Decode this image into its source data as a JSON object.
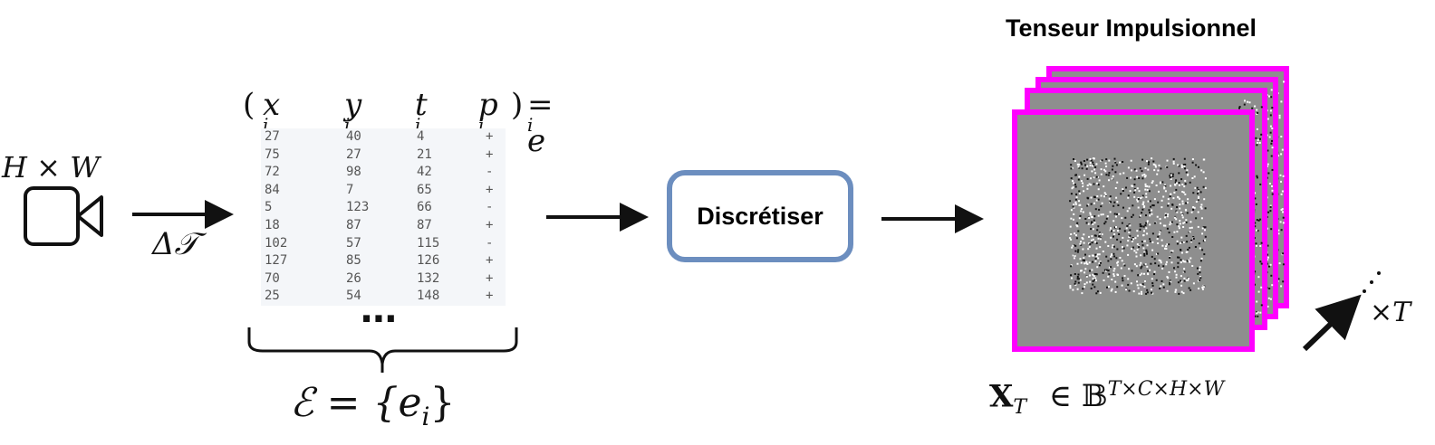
{
  "camera": {
    "label": "H × W"
  },
  "arrow_label": "Δ𝒯",
  "event_header": {
    "x": "x",
    "y": "y",
    "t": "t",
    "p": "p",
    "sub": "i",
    "open": "(",
    "close": ")",
    "eq": "= e",
    "eq_sub": "i"
  },
  "events": {
    "rows": [
      [
        "27",
        "40",
        "4",
        "+"
      ],
      [
        "75",
        "27",
        "21",
        "+"
      ],
      [
        "72",
        "98",
        "42",
        "-"
      ],
      [
        "84",
        "7",
        "65",
        "+"
      ],
      [
        "5",
        "123",
        "66",
        "-"
      ],
      [
        "18",
        "87",
        "87",
        "+"
      ],
      [
        "102",
        "57",
        "115",
        "-"
      ],
      [
        "127",
        "85",
        "126",
        "+"
      ],
      [
        "70",
        "26",
        "132",
        "+"
      ],
      [
        "25",
        "54",
        "148",
        "+"
      ]
    ],
    "ellipsis": "⋯"
  },
  "event_set": "ℰ = {e",
  "event_set_sub": "i",
  "event_set_close": "}",
  "process_box": {
    "label": "Discrétiser"
  },
  "tensor": {
    "title": "Tenseur Impulsionnel",
    "frame_color": "#ff00ff",
    "symbol": "X",
    "symbol_sub": "T",
    "member": "∈ 𝔹",
    "dims": "T×C×H×W",
    "times_label": "×T"
  },
  "colors": {
    "box_border": "#6c8ebf",
    "table_bg": "#f4f6f9",
    "frame_fill": "#8e8e8e"
  }
}
